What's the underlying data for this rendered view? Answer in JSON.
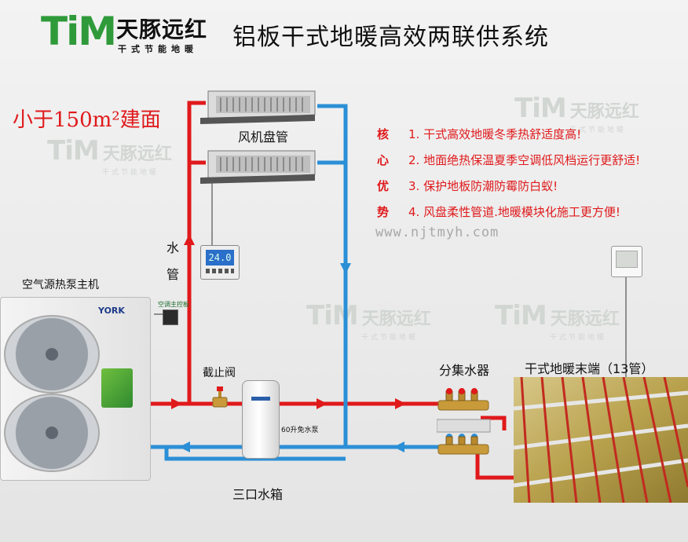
{
  "header": {
    "logo_mark": "TiM",
    "brand_name": "天豚远红",
    "brand_tagline": "干式节能地暖",
    "title": "铝板干式地暖高效两联供系统"
  },
  "area_note": "小于150m²建面",
  "advantages": {
    "side_chars": [
      "核",
      "心",
      "优",
      "势"
    ],
    "items": [
      "1. 干式高效地暖冬季热舒适度高!",
      "2. 地面绝热保温夏季空调低风档运行更舒适!",
      "3. 保护地板防潮防霉防白蚁!",
      "4. 风盘柔性管道.地暖模块化施工更方便!"
    ]
  },
  "website": "www.njtmyh.com",
  "labels": {
    "fan_coil": "风机盘管",
    "water_pipe_1": "水",
    "water_pipe_2": "管",
    "heat_pump": "空气源热泵主机",
    "unit_brand": "YORK",
    "controller_label": "空调主控板",
    "shutoff_valve": "截止阀",
    "tank": "60升免水泵",
    "tank_name": "三口水箱",
    "manifold": "分集水器",
    "floor_terminal": "干式地暖末端（13管）",
    "thermostat_display": "24.0"
  },
  "watermark": {
    "mark": "TiM",
    "name": "天豚远红",
    "tagline": "干式节能地暖"
  },
  "colors": {
    "hot": "#e0191b",
    "cold": "#2b8fd6",
    "brand": "#2f9a3a",
    "advantage": "#e0191b"
  }
}
